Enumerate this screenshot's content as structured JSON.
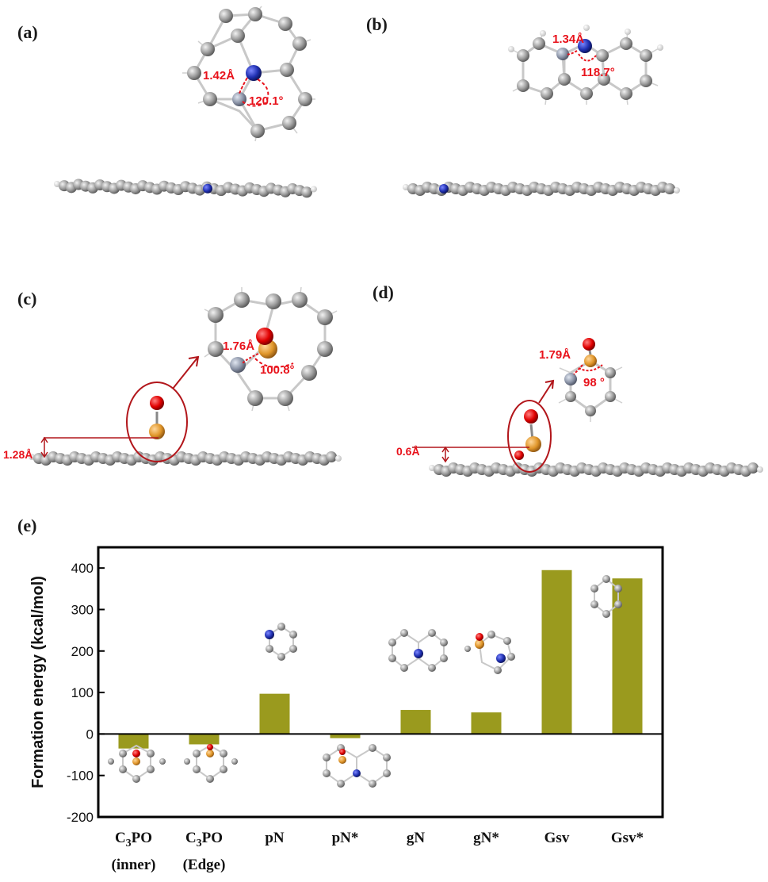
{
  "panels": {
    "a": {
      "label": "(a)",
      "bond": "1.42Å",
      "angle": "120.1°"
    },
    "b": {
      "label": "(b)",
      "bond": "1.34Å",
      "angle": "118.7°"
    },
    "c": {
      "label": "(c)",
      "bond": "1.76Å",
      "angle": "100.8°",
      "height": "1.28Å"
    },
    "d": {
      "label": "(d)",
      "bond": "1.79Å",
      "angle": "98 °",
      "height": "0.6Å"
    },
    "e": {
      "label": "(e)"
    }
  },
  "colors": {
    "bar": "#9a9a1e",
    "carbon": "#8c8c8c",
    "nitrogen": "#1f2fb0",
    "oxygen": "#e00000",
    "phosphorus": "#e0962a",
    "annotation": "#e8121b"
  },
  "chart_data": {
    "type": "bar",
    "ylabel": "Formation energy (kcal/mol)",
    "ylim": [
      -200,
      450
    ],
    "yticks": [
      -200,
      -100,
      0,
      100,
      200,
      300,
      400
    ],
    "categories": [
      {
        "line1": "C3PO",
        "line2": "(inner)"
      },
      {
        "line1": "C3PO",
        "line2": "(Edge)"
      },
      {
        "line1": "pN",
        "line2": ""
      },
      {
        "line1": "pN*",
        "line2": ""
      },
      {
        "line1": "gN",
        "line2": ""
      },
      {
        "line1": "gN*",
        "line2": ""
      },
      {
        "line1": "Gsv",
        "line2": ""
      },
      {
        "line1": "Gsv*",
        "line2": ""
      }
    ],
    "values": [
      -35,
      -25,
      97,
      -10,
      58,
      52,
      395,
      375
    ],
    "grid": false
  }
}
